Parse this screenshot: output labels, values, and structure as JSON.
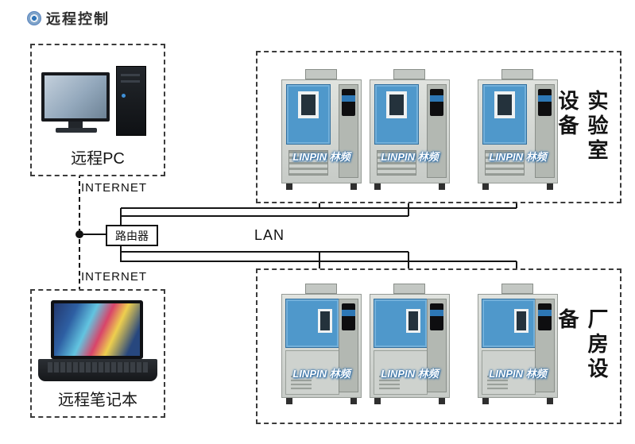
{
  "title": {
    "text": "远程控制"
  },
  "brand": {
    "watermark": "LINPIN 林频",
    "blue": "#4f98cb"
  },
  "left": {
    "pc_label": "远程PC",
    "laptop_label": "远程笔记本",
    "internet_top": "INTERNET",
    "internet_bottom": "INTERNET"
  },
  "network": {
    "router_label": "路由器",
    "lan_label": "LAN"
  },
  "groups": {
    "lab": {
      "label": "实验室设备",
      "chamber_count": 3
    },
    "factory": {
      "label": "厂房设备",
      "chamber_count": 3
    }
  }
}
